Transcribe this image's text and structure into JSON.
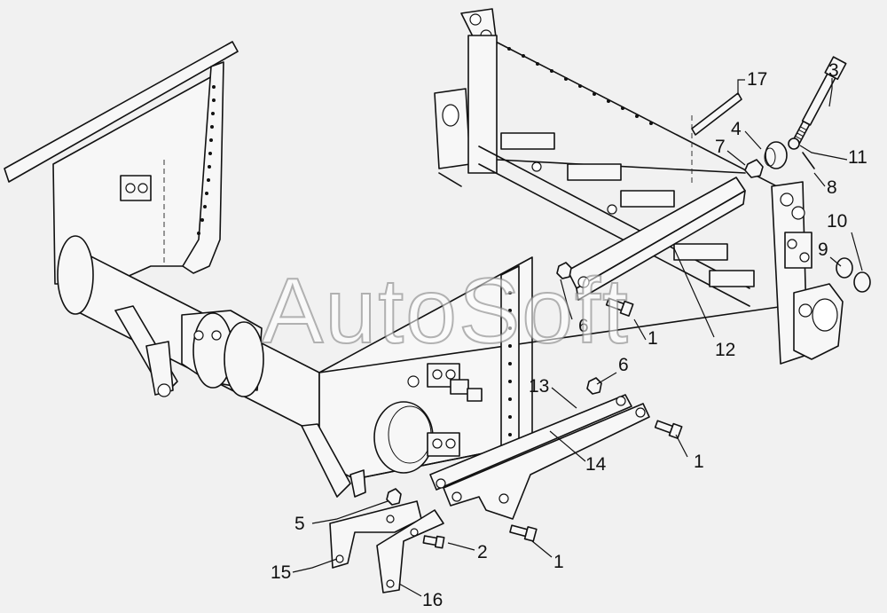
{
  "watermark": "AutoSoft",
  "callouts": [
    {
      "id": "c17",
      "label": "17"
    },
    {
      "id": "c3",
      "label": "3"
    },
    {
      "id": "c4",
      "label": "4"
    },
    {
      "id": "c7",
      "label": "7"
    },
    {
      "id": "c11",
      "label": "11"
    },
    {
      "id": "c8",
      "label": "8"
    },
    {
      "id": "c10",
      "label": "10"
    },
    {
      "id": "c9",
      "label": "9"
    },
    {
      "id": "c6a",
      "label": "6"
    },
    {
      "id": "c1a",
      "label": "1"
    },
    {
      "id": "c12",
      "label": "12"
    },
    {
      "id": "c6b",
      "label": "6"
    },
    {
      "id": "c13",
      "label": "13"
    },
    {
      "id": "c1b",
      "label": "1"
    },
    {
      "id": "c14",
      "label": "14"
    },
    {
      "id": "c5",
      "label": "5"
    },
    {
      "id": "c2",
      "label": "2"
    },
    {
      "id": "c1c",
      "label": "1"
    },
    {
      "id": "c15",
      "label": "15"
    },
    {
      "id": "c16",
      "label": "16"
    }
  ]
}
